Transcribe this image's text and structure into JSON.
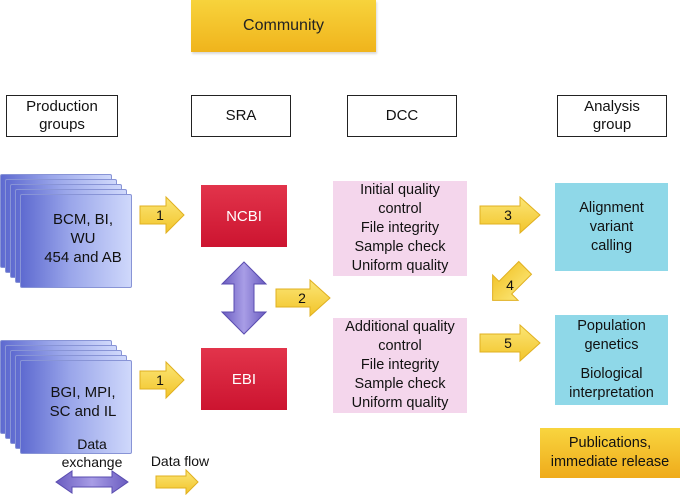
{
  "community": "Community",
  "headers": {
    "production": [
      "Production",
      "groups"
    ],
    "sra": "SRA",
    "dcc": "DCC",
    "analysis": [
      "Analysis",
      "group"
    ]
  },
  "producers": {
    "top": [
      "BCM, BI,",
      "WU",
      "454 and AB"
    ],
    "bottom": [
      "BGI, MPI,",
      "SC and IL"
    ]
  },
  "sra_nodes": {
    "ncbi": "NCBI",
    "ebi": "EBI"
  },
  "dcc_boxes": {
    "initial": [
      "Initial quality",
      "control",
      "File integrity",
      "Sample check",
      "Uniform quality"
    ],
    "additional": [
      "Additional quality",
      "control",
      "File integrity",
      "Sample check",
      "Uniform quality"
    ]
  },
  "analysis_boxes": {
    "alignment": [
      "Alignment",
      "variant",
      "calling"
    ],
    "population": [
      "Population",
      "genetics"
    ],
    "biological": [
      "Biological",
      "interpretation"
    ]
  },
  "publications": [
    "Publications,",
    "immediate release"
  ],
  "arrow_numbers": [
    "1",
    "1",
    "2",
    "3",
    "4",
    "5"
  ],
  "legend": {
    "exchange": [
      "Data",
      "exchange"
    ],
    "flow": "Data flow"
  },
  "colors": {
    "producer_blue": "#7b86de",
    "exchange_purple": "#7d6fc4",
    "flow_yellow": "#f6d23a",
    "red": "#d21d36",
    "pink": "#f4d6ec",
    "cyan": "#8fd8e8",
    "gold": "#f0b41c"
  }
}
